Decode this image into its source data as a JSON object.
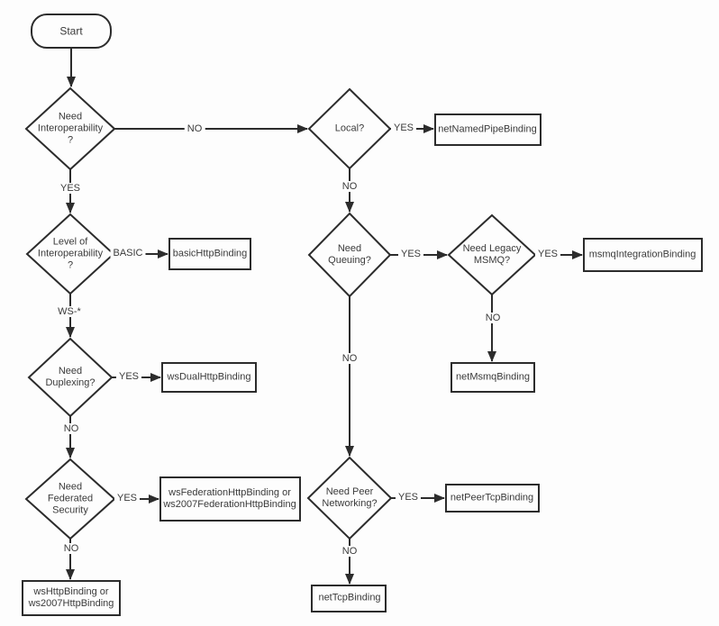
{
  "diagram": {
    "type": "flowchart",
    "colors": {
      "background": "#fdfdfd",
      "line": "#2c2c2c",
      "text": "#3a3a3a",
      "shape_fill": "#fdfdfd"
    },
    "nodes": {
      "start": "Start",
      "need_interoperability": "Need\nInteroperability\n?",
      "local": "Local?",
      "level_of_interoperability": "Level of\nInteroperability\n?",
      "need_duplexing": "Need\nDuplexing?",
      "need_federated_security": "Need\nFederated\nSecurity",
      "need_queuing": "Need\nQueuing?",
      "need_legacy_msmq": "Need Legacy\nMSMQ?",
      "need_peer_networking": "Need Peer\nNetworking?",
      "basic_http_binding": "basicHttpBinding",
      "ws_dual_http_binding": "wsDualHttpBinding",
      "ws_federation_http_binding": "wsFederationHttpBinding or\nws2007FederationHttpBinding",
      "ws_http_binding": "wsHttpBinding or\nws2007HttpBinding",
      "net_named_pipe_binding": "netNamedPipeBinding",
      "msmq_integration_binding": "msmqIntegrationBinding",
      "net_msmq_binding": "netMsmqBinding",
      "net_peer_tcp_binding": "netPeerTcpBinding",
      "net_tcp_binding": "netTcpBinding"
    },
    "edge_labels": {
      "interop_no": "NO",
      "interop_yes": "YES",
      "local_yes": "YES",
      "local_no": "NO",
      "level_basic": "BASIC",
      "level_ws_star": "WS-*",
      "duplex_yes": "YES",
      "duplex_no": "NO",
      "federated_yes": "YES",
      "federated_no": "NO",
      "queuing_yes": "YES",
      "queuing_no": "NO",
      "legacy_yes": "YES",
      "legacy_no": "NO",
      "peer_yes": "YES",
      "peer_no": "NO"
    }
  }
}
